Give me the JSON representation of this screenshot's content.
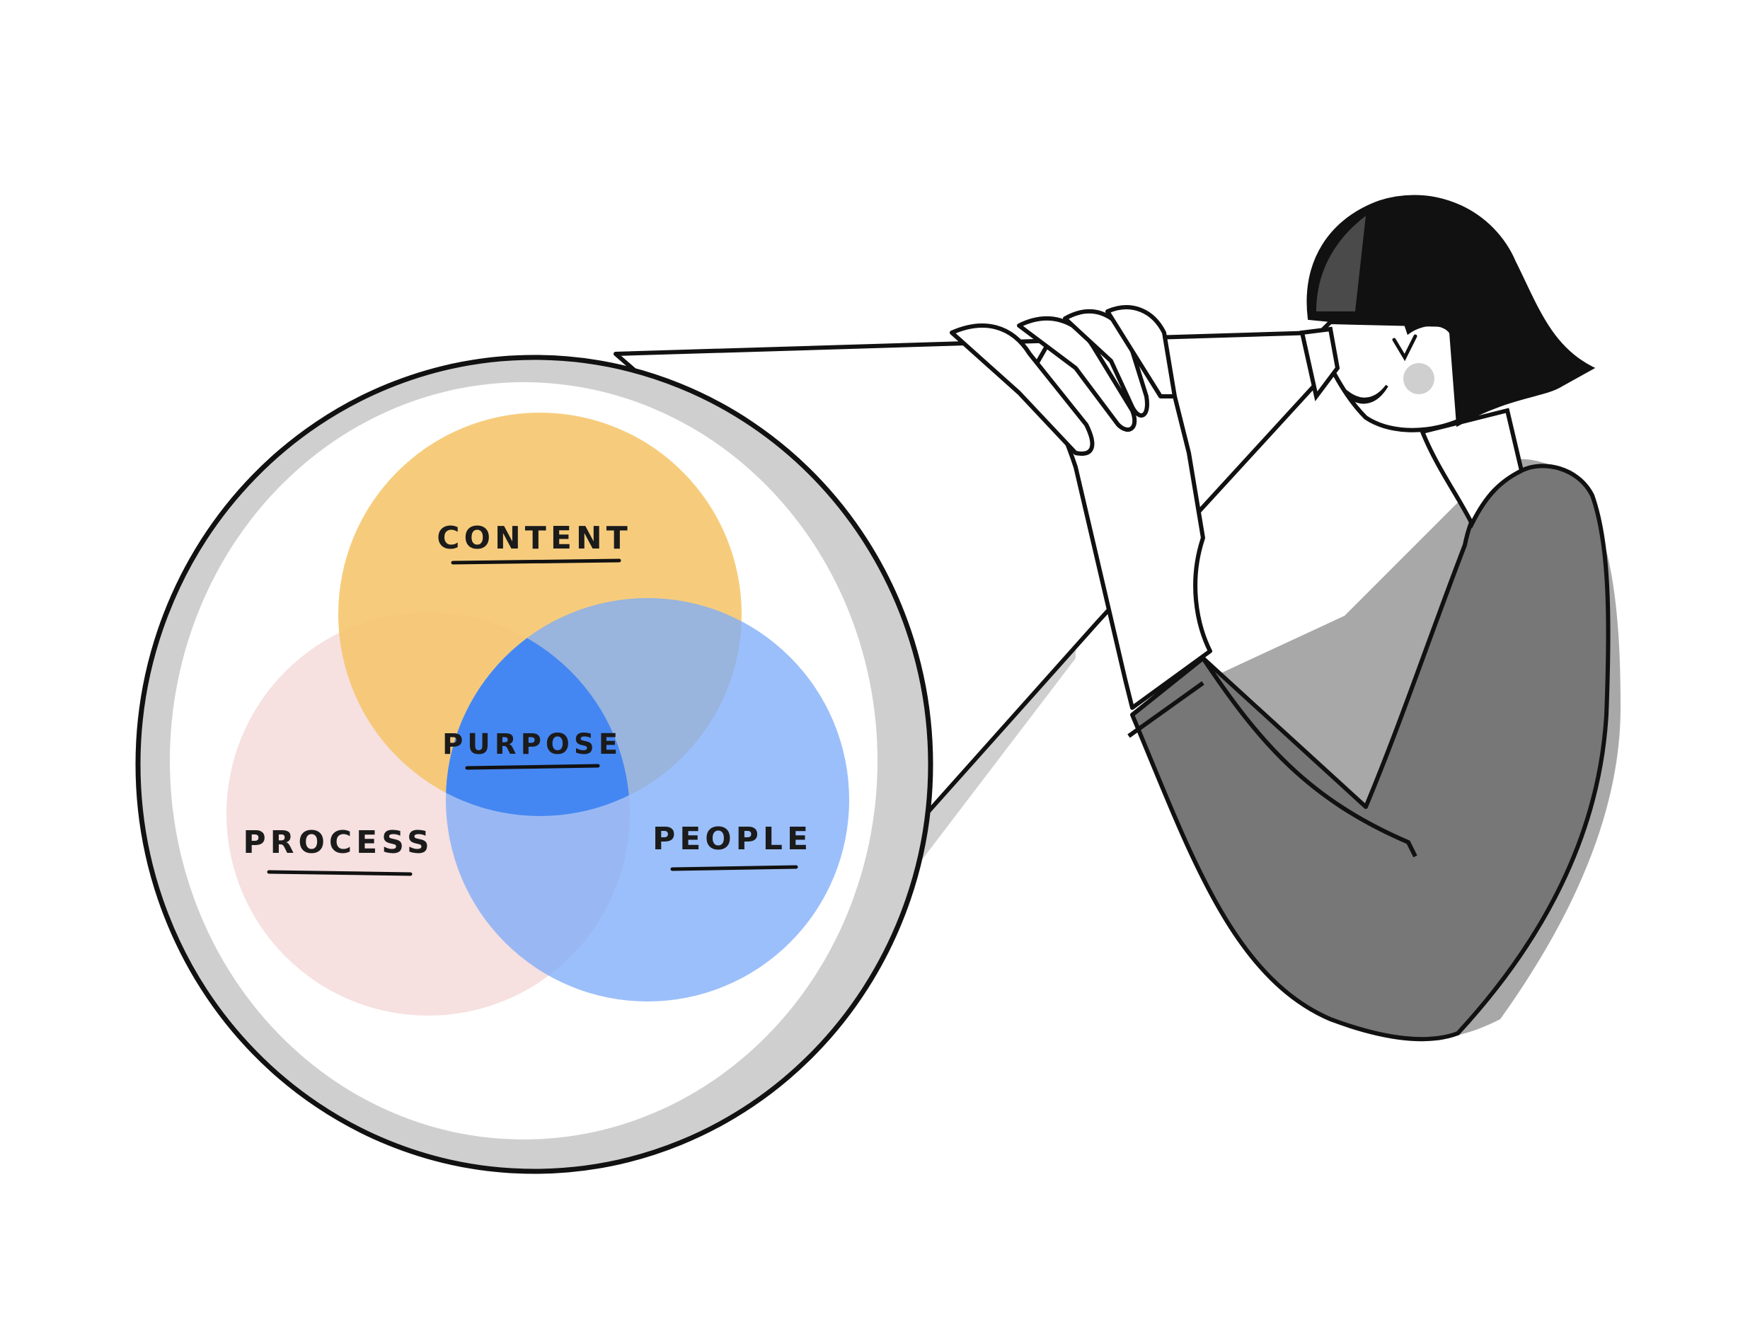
{
  "diagram": {
    "type": "venn",
    "sets": [
      {
        "key": "content",
        "label": "CONTENT",
        "color": "#F5C56A"
      },
      {
        "key": "process",
        "label": "PROCESS",
        "color": "#F4DADA"
      },
      {
        "key": "people",
        "label": "PEOPLE",
        "color": "#7FADF8"
      }
    ],
    "center": {
      "label": "PURPOSE",
      "color": "#4587F2"
    }
  },
  "colors": {
    "outline": "#111111",
    "tube_shadow": "#CFCFCF",
    "sweater": "#777777",
    "sweater_shadow": "#A8A8A8",
    "hair": "#111111",
    "cheek": "#CFCFCF"
  }
}
